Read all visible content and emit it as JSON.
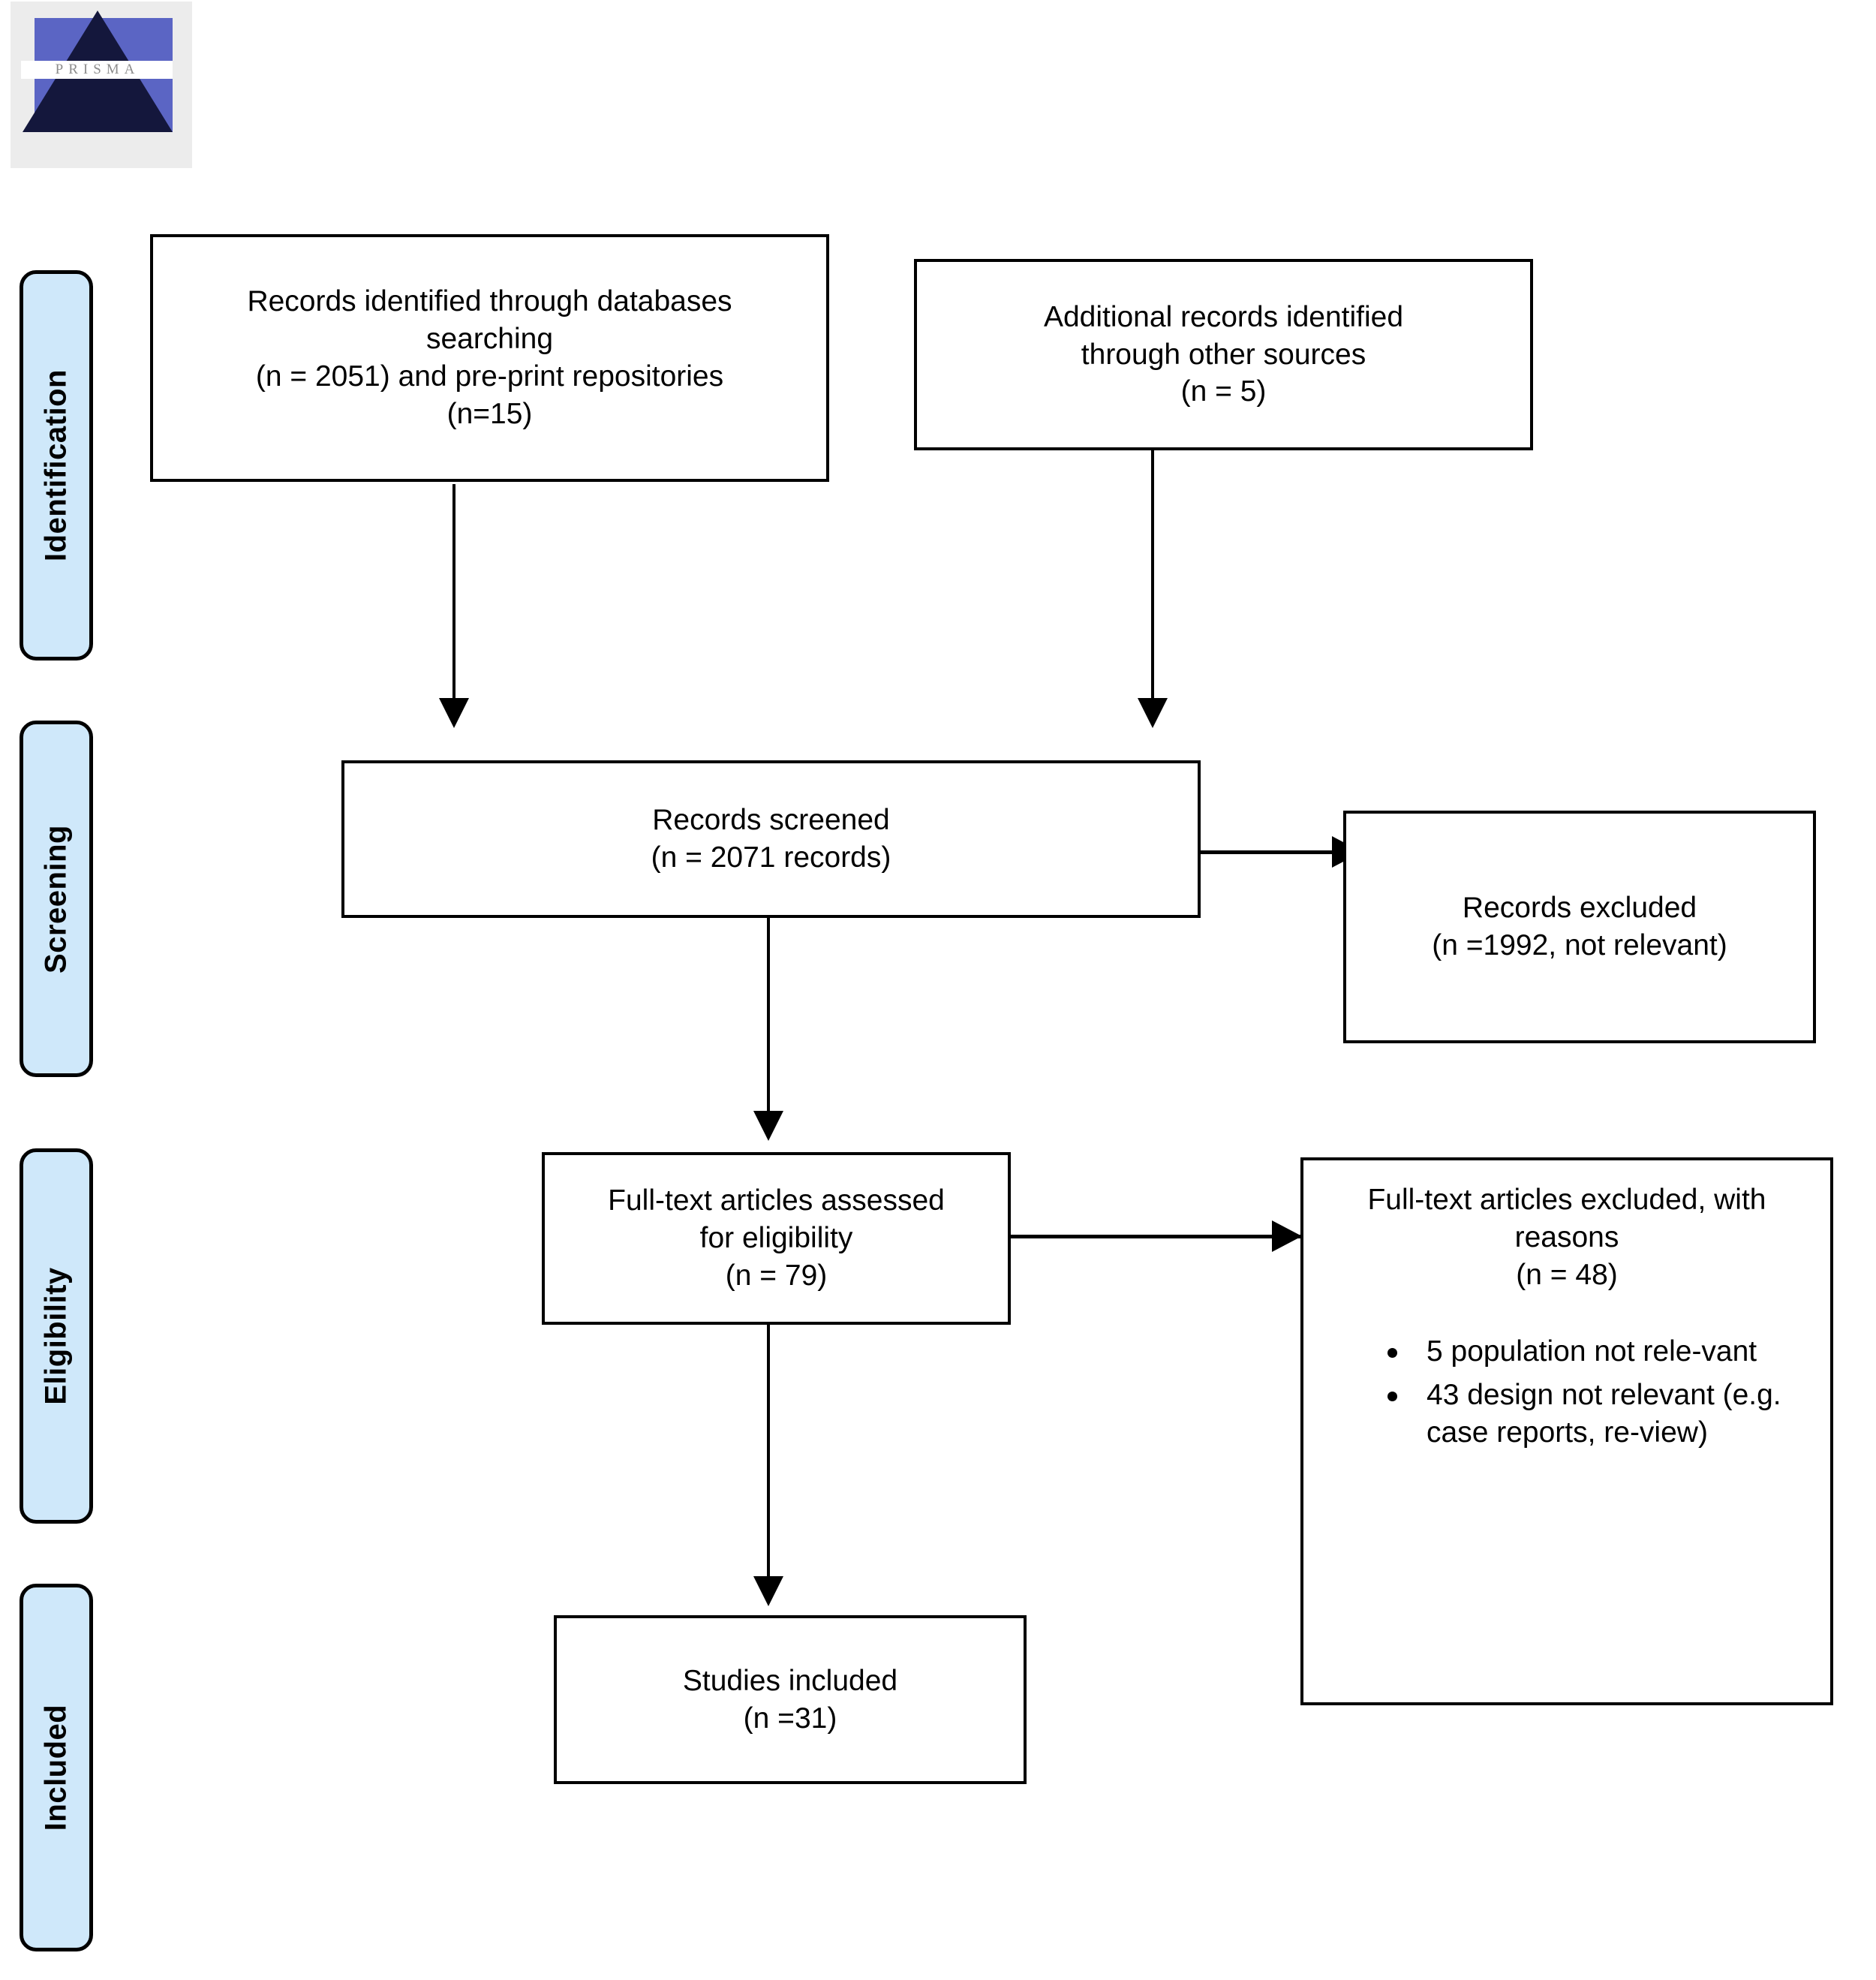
{
  "logo": {
    "name": "prisma-logo",
    "text": "PRISMA",
    "band_color": "#5b65c4",
    "triangle_color": "#14173c",
    "background": "#ececec"
  },
  "stages": [
    {
      "id": "identification",
      "label": "Identification"
    },
    {
      "id": "screening",
      "label": "Screening"
    },
    {
      "id": "eligibility",
      "label": "Eligibility"
    },
    {
      "id": "included",
      "label": "Included"
    }
  ],
  "stage_pill_color": "#cfe8fa",
  "boxes": {
    "records_identified": {
      "lines": [
        "Records identified through databases",
        "searching",
        "(n = 2051) and pre-print repositories",
        "(n=15)"
      ]
    },
    "additional_records": {
      "lines": [
        "Additional records identified",
        "through other sources",
        "(n = 5)"
      ]
    },
    "records_screened": {
      "lines": [
        "Records screened",
        "(n = 2071 records)"
      ]
    },
    "records_excluded": {
      "lines": [
        "Records excluded",
        "(n =1992, not relevant)"
      ]
    },
    "fulltext_assessed": {
      "lines": [
        "Full-text articles assessed",
        "for eligibility",
        "(n = 79)"
      ]
    },
    "fulltext_excluded": {
      "heading_lines": [
        "Full-text articles excluded, with",
        "reasons",
        "(n = 48)"
      ],
      "bullets": [
        "5 population not rele-vant",
        "43 design not relevant (e.g. case reports, re-view)"
      ]
    },
    "studies_included": {
      "lines": [
        "Studies included",
        "(n =31)"
      ]
    }
  },
  "chart_data": {
    "type": "diagram",
    "title": "PRISMA flow diagram",
    "nodes": [
      {
        "id": "records_identified",
        "stage": "Identification",
        "label": "Records identified through databases searching",
        "n": 2051,
        "extra_label": "pre-print repositories",
        "extra_n": 15
      },
      {
        "id": "additional_records",
        "stage": "Identification",
        "label": "Additional records identified through other sources",
        "n": 5
      },
      {
        "id": "records_screened",
        "stage": "Screening",
        "label": "Records screened",
        "n": 2071
      },
      {
        "id": "records_excluded",
        "stage": "Screening",
        "label": "Records excluded, not relevant",
        "n": 1992
      },
      {
        "id": "fulltext_assessed",
        "stage": "Eligibility",
        "label": "Full-text articles assessed for eligibility",
        "n": 79
      },
      {
        "id": "fulltext_excluded",
        "stage": "Eligibility",
        "label": "Full-text articles excluded, with reasons",
        "n": 48,
        "reasons": [
          {
            "label": "population not relevant",
            "n": 5
          },
          {
            "label": "design not relevant (e.g. case reports, review)",
            "n": 43
          }
        ]
      },
      {
        "id": "studies_included",
        "stage": "Included",
        "label": "Studies included",
        "n": 31
      }
    ],
    "edges": [
      {
        "from": "records_identified",
        "to": "records_screened"
      },
      {
        "from": "additional_records",
        "to": "records_screened"
      },
      {
        "from": "records_screened",
        "to": "records_excluded"
      },
      {
        "from": "records_screened",
        "to": "fulltext_assessed"
      },
      {
        "from": "fulltext_assessed",
        "to": "fulltext_excluded"
      },
      {
        "from": "fulltext_assessed",
        "to": "studies_included"
      }
    ]
  }
}
